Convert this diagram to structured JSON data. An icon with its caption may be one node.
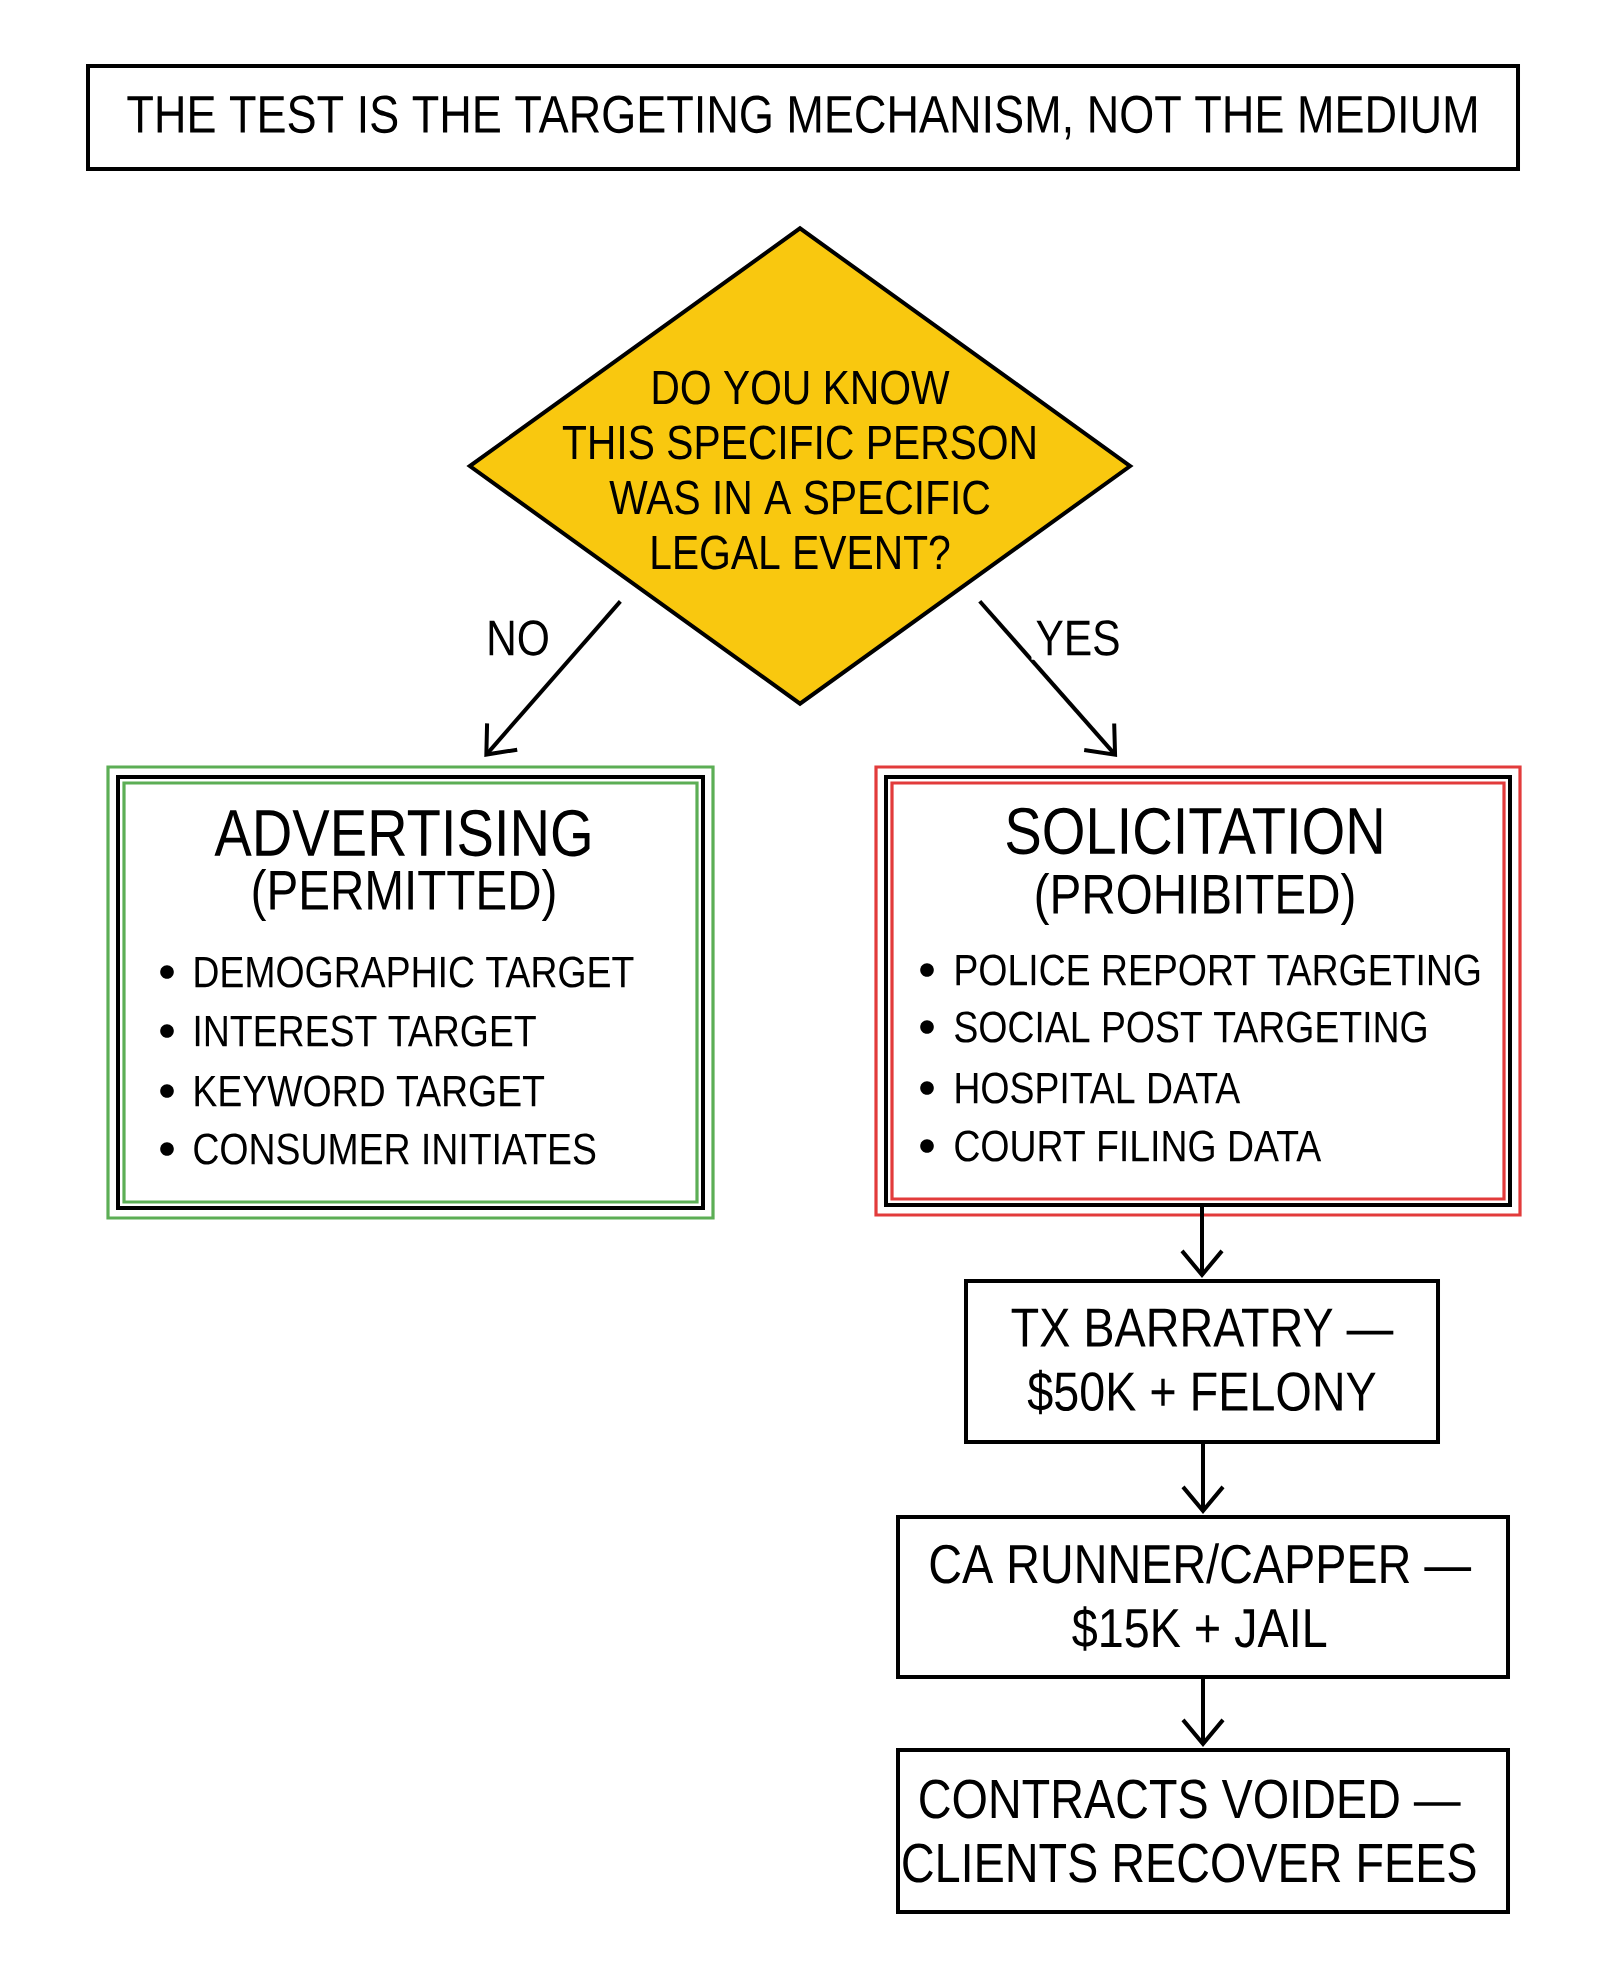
{
  "diagram": {
    "title": "THE TEST IS THE TARGETING MECHANISM, NOT THE MEDIUM",
    "nodes": [
      {
        "text": [
          "DO YOU KNOW THIS SPECIFIC PERSON WAS IN A SPECIFIC LEGAL EVENT?"
        ]
      },
      {
        "text": [
          "ADVERTISING",
          "(PERMITTED)",
          "DEMOGRAPHIC TARGET",
          "INTEREST TARGET",
          "KEYWORD TARGET",
          "CONSUMER INITIATES"
        ]
      },
      {
        "text": [
          "SOLICITATION",
          "(PROHIBITED)",
          "POLICE REPORT TARGETING",
          "SOCIAL POST TARGETING",
          "HOSPITAL DATA",
          "COURT FILING DATA"
        ]
      },
      {
        "text": [
          "TX BARRATRY — $50K + FELONY"
        ]
      },
      {
        "text": [
          "CA RUNNER/CAPPER — $15K + JAIL"
        ]
      },
      {
        "text": [
          "CONTRACTS VOIDED — CLIENTS RECOVER FEES"
        ]
      }
    ],
    "edges": [
      {
        "from": 0,
        "to": 1,
        "arrow": "to",
        "label": "NO"
      },
      {
        "from": 0,
        "to": 2,
        "arrow": "to",
        "label": "YES"
      },
      {
        "from": 2,
        "to": 3,
        "arrow": "to"
      },
      {
        "from": 3,
        "to": 4,
        "arrow": "to"
      },
      {
        "from": 4,
        "to": 5,
        "arrow": "to"
      }
    ]
  }
}
